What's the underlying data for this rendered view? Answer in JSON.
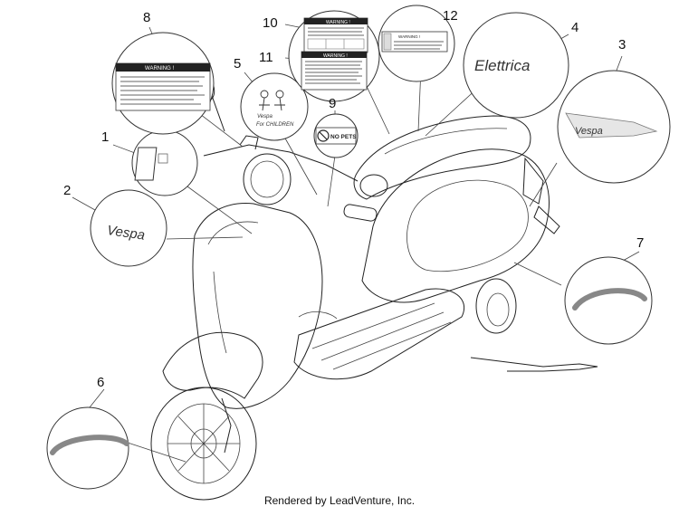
{
  "callouts": {
    "c1": "1",
    "c2": "2",
    "c3": "3",
    "c4": "4",
    "c5": "5",
    "c6": "6",
    "c7": "7",
    "c8": "8",
    "c9": "9",
    "c10": "10",
    "c11": "11",
    "c12": "12"
  },
  "labels": {
    "warning": "WARNING !",
    "no_pets": "NO PETS",
    "elettrica": "Elettrica",
    "vespa_script": "Vespa",
    "for_children": "For CHILDREN"
  },
  "footer": "Rendered by LeadVenture, Inc."
}
